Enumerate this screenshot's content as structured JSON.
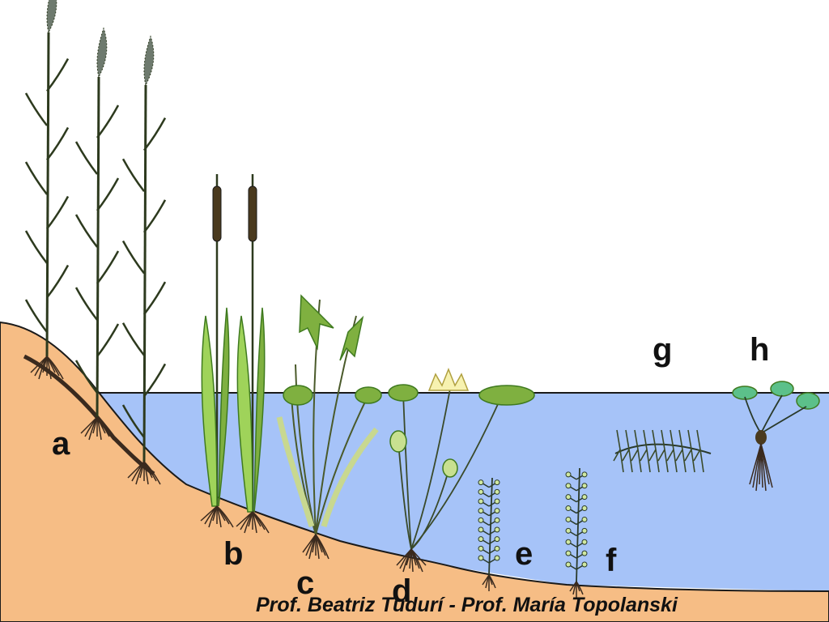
{
  "labels": {
    "a": "a",
    "b": "b",
    "c": "c",
    "d": "d",
    "e": "e",
    "f": "f",
    "g": "g",
    "h": "h"
  },
  "credit": "Prof. Beatriz Tudurí  -  Prof. María Topolanski",
  "colors": {
    "water": "#a6c3f8",
    "soil": "#f6bd85",
    "reed_stem": "#2d3a1e",
    "leaf_light": "#9fd35a",
    "leaf_mid": "#7fb040",
    "leaf_dark": "#3f7a1f",
    "flower": "#f7f2b0",
    "duckweed": "#5cc08a",
    "root": "#3a2a1e"
  }
}
